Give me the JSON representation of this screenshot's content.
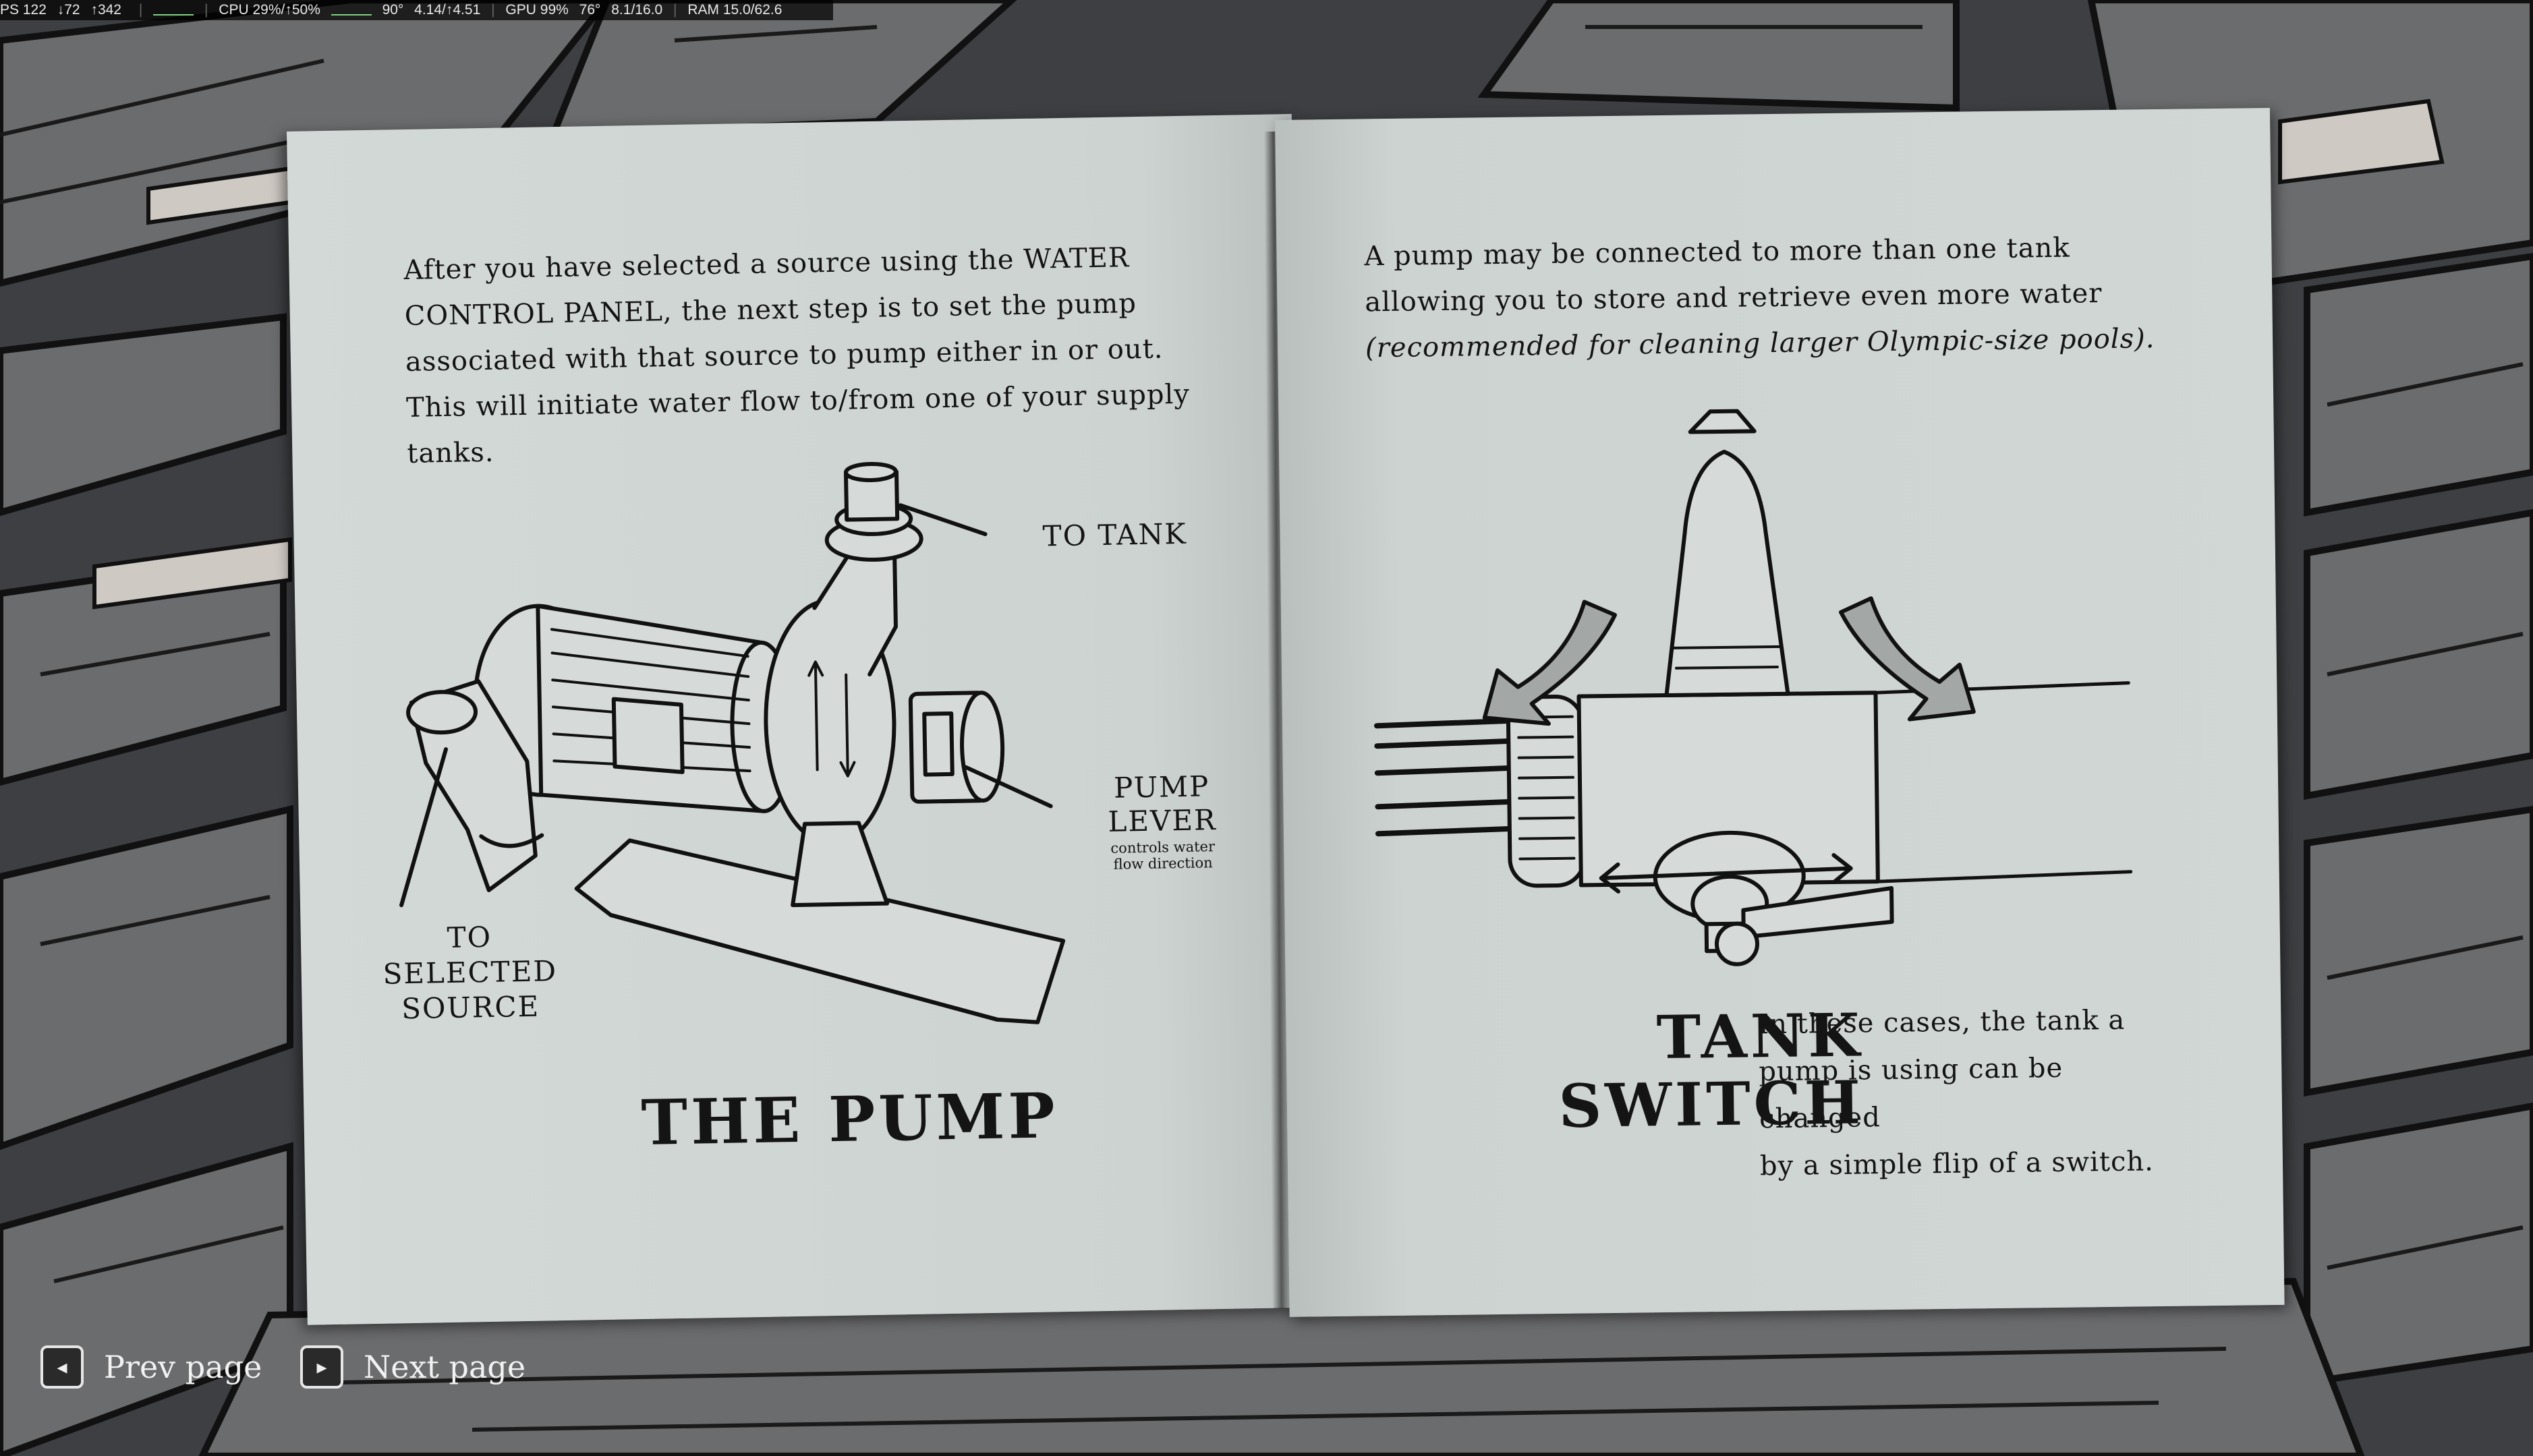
{
  "overlay": {
    "fps": "PS 122",
    "fps_low": "↓72",
    "fps_high": "↑342",
    "cpu": "CPU 29%/↑50%",
    "cpu_temp": "90°",
    "clock": "4.14/↑4.51",
    "gpu": "GPU 99%",
    "gpu_temp": "76°",
    "vram": "8.1/16.0",
    "ram": "RAM 15.0/62.6"
  },
  "left_page": {
    "paragraph_lines": [
      "After you have selected a source using the WATER",
      "CONTROL PANEL, the next step is to set the pump",
      "associated with that source to pump either in or out.",
      "This will initiate water flow to/from one of your supply",
      "tanks."
    ],
    "labels": {
      "to_tank": "TO TANK",
      "pump_lever_1": "PUMP",
      "pump_lever_2": "LEVER",
      "pump_lever_sub_1": "controls water",
      "pump_lever_sub_2": "flow direction",
      "source_1": "TO",
      "source_2": "SELECTED",
      "source_3": "SOURCE"
    },
    "title": "THE PUMP"
  },
  "right_page": {
    "paragraph_lines": [
      "A pump may be connected to more than one tank",
      "allowing you to store and retrieve even more water"
    ],
    "paragraph_italic": "(recommended for cleaning larger Olympic-size pools).",
    "title_line_1": "TANK",
    "title_line_2": "SWITCH",
    "description_lines": [
      "In these cases, the tank a",
      "pump is using can be changed",
      "by a simple flip of a switch."
    ]
  },
  "nav": {
    "prev_label": "Prev page",
    "next_label": "Next page",
    "prev_key_icon": "arrow-left",
    "next_key_icon": "arrow-right"
  }
}
